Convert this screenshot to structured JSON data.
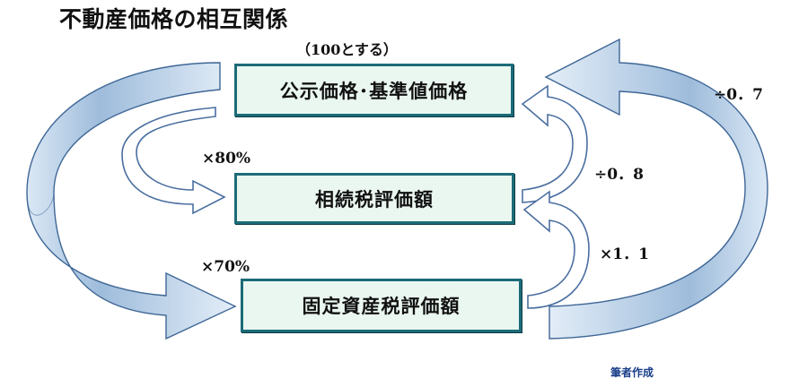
{
  "title": "不動産価格の相互関係",
  "note": "（100とする）",
  "boxes": {
    "public_price": "公示価格･基準値価格",
    "inheritance_value": "相続税評価額",
    "fixed_asset_value": "固定資産税評価額"
  },
  "labels": {
    "times_80": "×80%",
    "times_70": "×70%",
    "div_08": "÷0．8",
    "times_11": "×1．1",
    "div_07": "÷0．7"
  },
  "credit": "筆者作成",
  "colors": {
    "box_fill": "#eaf7f0",
    "box_border": "#1c6b78",
    "big_arrow_fill": "#cfe1f2",
    "arrow_stroke": "#4a6fa0",
    "credit_text": "#1a3e8a"
  }
}
